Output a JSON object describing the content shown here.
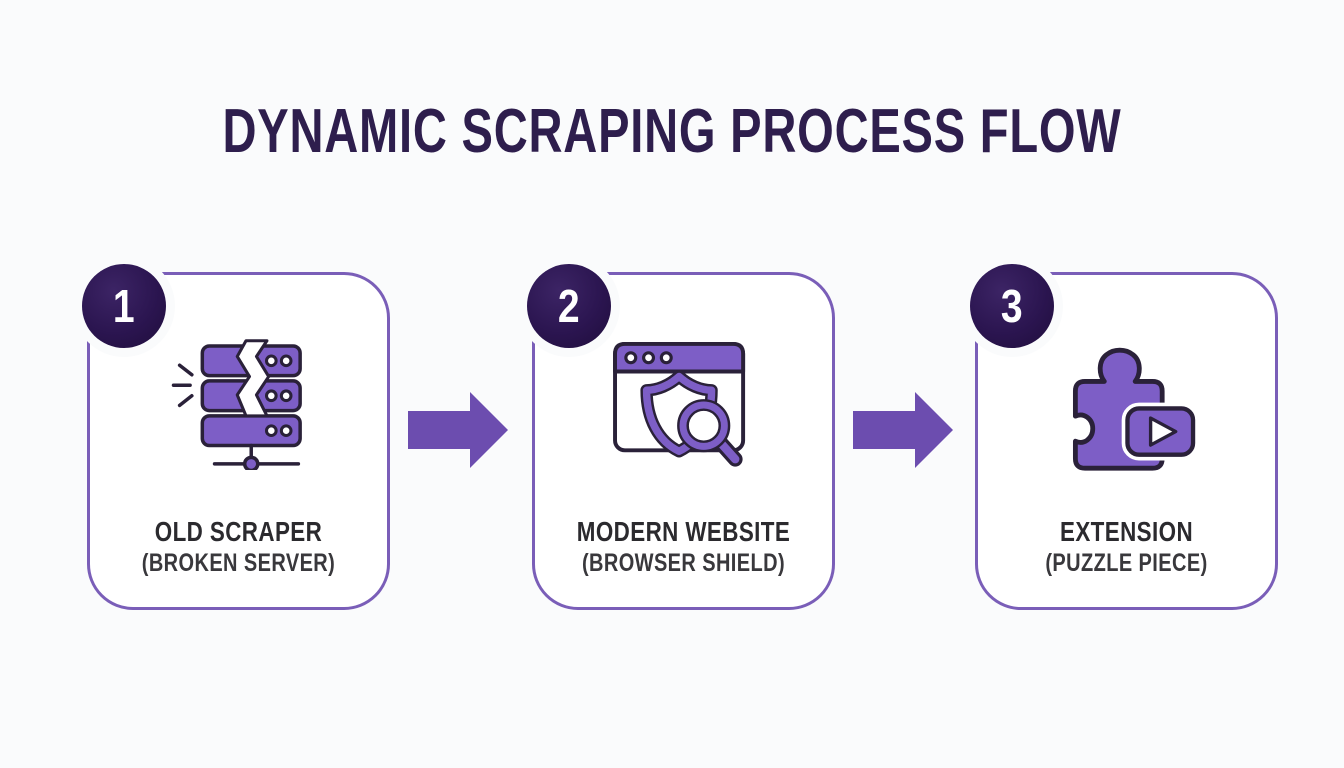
{
  "title": "DYNAMIC SCRAPING PROCESS FLOW",
  "steps": [
    {
      "number": "1",
      "label": "OLD SCRAPER",
      "sublabel": "(BROKEN SERVER)",
      "icon": "broken-server-icon"
    },
    {
      "number": "2",
      "label": "MODERN WEBSITE",
      "sublabel": "(BROWSER SHIELD)",
      "icon": "browser-shield-icon"
    },
    {
      "number": "3",
      "label": "EXTENSION",
      "sublabel": "(PUZZLE PIECE)",
      "icon": "puzzle-play-icon"
    }
  ],
  "colors": {
    "background": "#fafbfc",
    "title_text": "#2e1e4d",
    "card_border": "#7a5eb8",
    "card_background": "#ffffff",
    "badge_fill": "#2b1550",
    "badge_text": "#ffffff",
    "arrow_fill": "#6c4daf",
    "icon_purple": "#7d5ec6",
    "icon_outline": "#2a2139",
    "label_text": "#2b2a2e"
  }
}
